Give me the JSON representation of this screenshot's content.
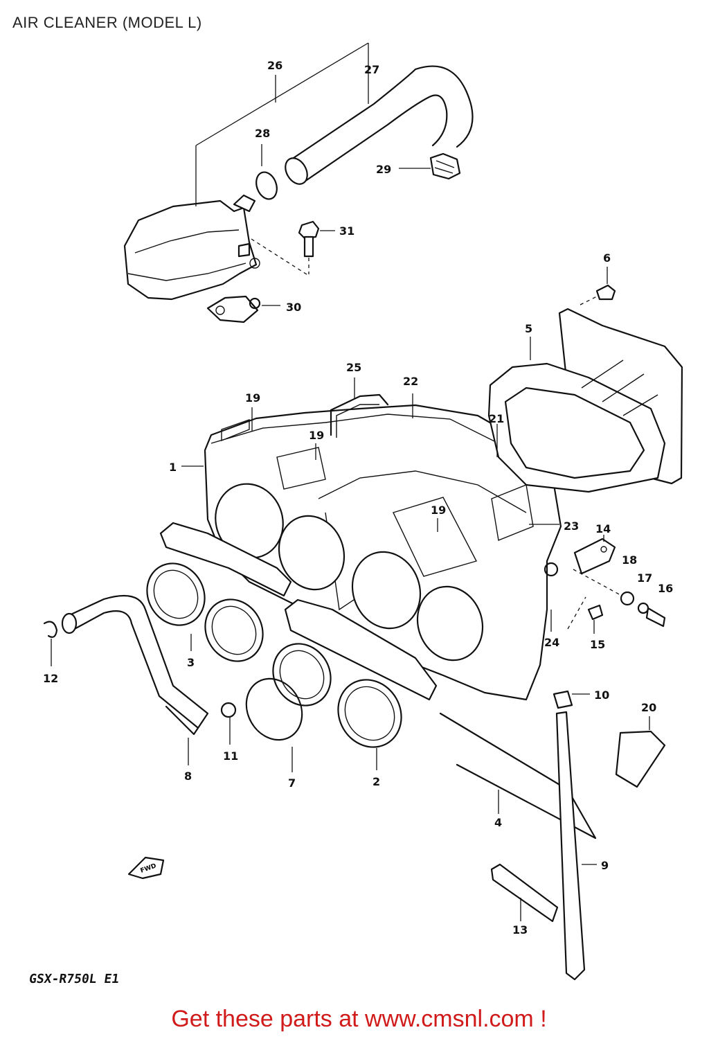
{
  "title": "AIR CLEANER (MODEL L)",
  "model_code": "GSX-R750L E1",
  "call_to_action": "Get these parts at www.cmsnl.com !",
  "fwd_label": "FWD",
  "colors": {
    "cta": "#d11a1a",
    "line": "#111111",
    "background": "#ffffff"
  },
  "part_numbers": {
    "p1": "1",
    "p2": "2",
    "p3": "3",
    "p4": "4",
    "p5": "5",
    "p6": "6",
    "p7": "7",
    "p8": "8",
    "p9": "9",
    "p10": "10",
    "p11": "11",
    "p12": "12",
    "p13": "13",
    "p14": "14",
    "p15": "15",
    "p16": "16",
    "p17": "17",
    "p18": "18",
    "p19a": "19",
    "p19b": "19",
    "p19c": "19",
    "p20": "20",
    "p21": "21",
    "p22": "22",
    "p23": "23",
    "p24": "24",
    "p25": "25",
    "p26": "26",
    "p27": "27",
    "p28": "28",
    "p29": "29",
    "p30": "30",
    "p31": "31"
  }
}
